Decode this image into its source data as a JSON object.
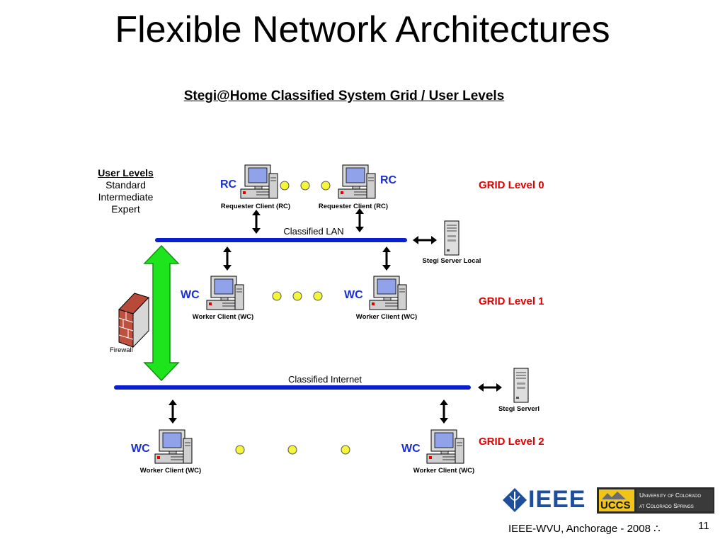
{
  "header": {
    "title": "Flexible Network Architectures",
    "subtitle": "Stegi@Home Classified System Grid / User Levels"
  },
  "user_levels": {
    "heading": "User Levels",
    "items": [
      "Standard",
      "Intermediate",
      "Expert"
    ]
  },
  "grid_levels": [
    "GRID Level 0",
    "GRID Level 1",
    "GRID Level 2"
  ],
  "tags": {
    "rc": "RC",
    "wc": "WC"
  },
  "captions": {
    "requester": "Requester Client (RC)",
    "worker": "Worker Client (WC)",
    "server_local": "Stegi Server Local",
    "server": "Stegi Serverl",
    "firewall": "Firewall"
  },
  "networks": {
    "lan": "Classified LAN",
    "internet": "Classified Internet"
  },
  "logos": {
    "ieee": "IEEE",
    "uccs_short": "UCCS",
    "uccs_line1": "University of Colorado",
    "uccs_line2": "at Colorado Springs"
  },
  "footer": {
    "text": "IEEE-WVU, Anchorage - 2008 ∴",
    "page_number": "11"
  },
  "colors": {
    "network_line": "#0a1ed2",
    "grid_label": "#e00000",
    "tag": "#1a2fd0",
    "firewall_arrow": "#1ee41e",
    "node_dot": "#f5f53a"
  }
}
